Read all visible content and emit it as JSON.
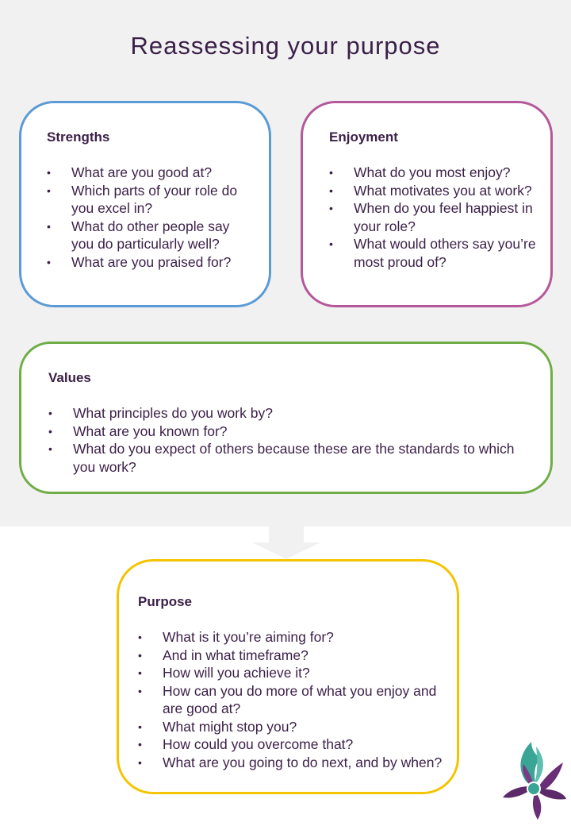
{
  "title": "Reassessing your purpose",
  "bullet_char": "•",
  "cards": {
    "strengths": {
      "heading": "Strengths",
      "border_color": "#5b9bd5",
      "items": [
        "What are you good at?",
        "Which parts of your role do you excel in?",
        "What do other people say you do particularly well?",
        "What are you praised for?"
      ]
    },
    "enjoyment": {
      "heading": "Enjoyment",
      "border_color": "#b5589a",
      "items": [
        "What do you most enjoy?",
        "What motivates you at work?",
        "When do you feel happiest in your role?",
        "What would others say you’re most proud of?"
      ]
    },
    "values": {
      "heading": "Values",
      "border_color": "#70ad47",
      "items": [
        "What principles do you work by?",
        "What are you known for?",
        "What do you expect of others because these are the standards to which you work?"
      ]
    },
    "purpose": {
      "heading": "Purpose",
      "border_color": "#f5c400",
      "items": [
        "What is it you’re aiming for?",
        "And in what timeframe?",
        "How will you achieve it?",
        "How can you do more of what you enjoy and are good at?",
        "What might stop you?",
        "How could you overcome that?",
        "What are you going to do next, and by when?"
      ]
    }
  },
  "colors": {
    "text": "#3b1f47",
    "panel_background": "#f1f1f1",
    "arrow": "#f1f1f1",
    "logo_purple": "#5c2a68",
    "logo_teal": "#3aa495"
  },
  "icons": {
    "arrow": "down-arrow-icon",
    "logo": "flower-logo-icon"
  }
}
